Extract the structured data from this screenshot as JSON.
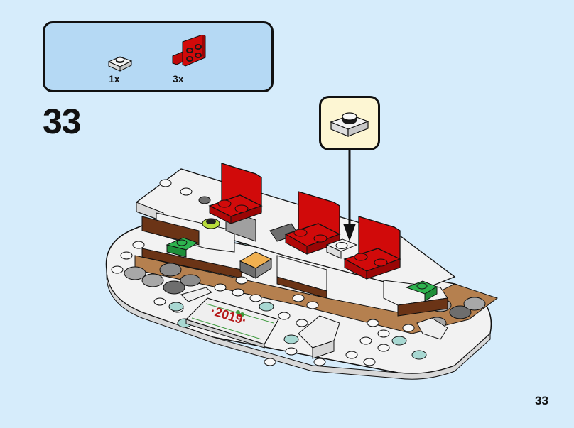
{
  "page": {
    "background_color": "#d6ecfb",
    "step_number": "33",
    "page_number": "33"
  },
  "parts_list": {
    "background_color": "#b5d9f4",
    "items": [
      {
        "name": "white-plate-1x1",
        "count": "1x",
        "color": "#ffffff"
      },
      {
        "name": "red-bracket-1x2-2x2",
        "count": "3x",
        "color": "#d10a0a"
      }
    ]
  },
  "callout": {
    "background_color": "#fdf6d3",
    "part": "white-plate-1x1",
    "arrow_target": "white stud between red brackets"
  },
  "model": {
    "description": "Winter holiday train base with three red bracket seats",
    "plaque_text": "·2019·",
    "colors": {
      "white": "#f2f2f2",
      "red": "#d10a0a",
      "brown": "#6b3416",
      "tan": "#b5804f",
      "grey": "#8c8c8c",
      "dark_grey": "#6e6e6e",
      "green": "#2eb34f",
      "lime": "#b8dc3c",
      "trans_clear": "#a8d8d2",
      "trans_orange": "#f0b050",
      "plaque_red": "#b51a1a",
      "plaque_green": "#3e9b3e"
    }
  }
}
